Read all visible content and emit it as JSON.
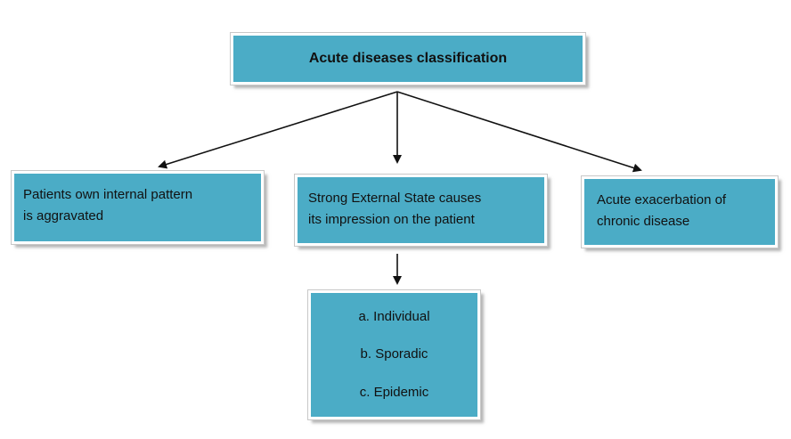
{
  "title": "Acute diseases classification",
  "boxes": {
    "left_lines": [
      "Patients own internal pattern",
      "is aggravated"
    ],
    "center_lines": [
      "Strong External State causes",
      "its impression on the patient"
    ],
    "right_lines": [
      "Acute exacerbation of",
      "chronic disease"
    ]
  },
  "subtypes": [
    "a. Individual",
    "b. Sporadic",
    "c. Epidemic"
  ],
  "colors": {
    "box_fill": "#4bacc6",
    "arrow": "#111111"
  }
}
